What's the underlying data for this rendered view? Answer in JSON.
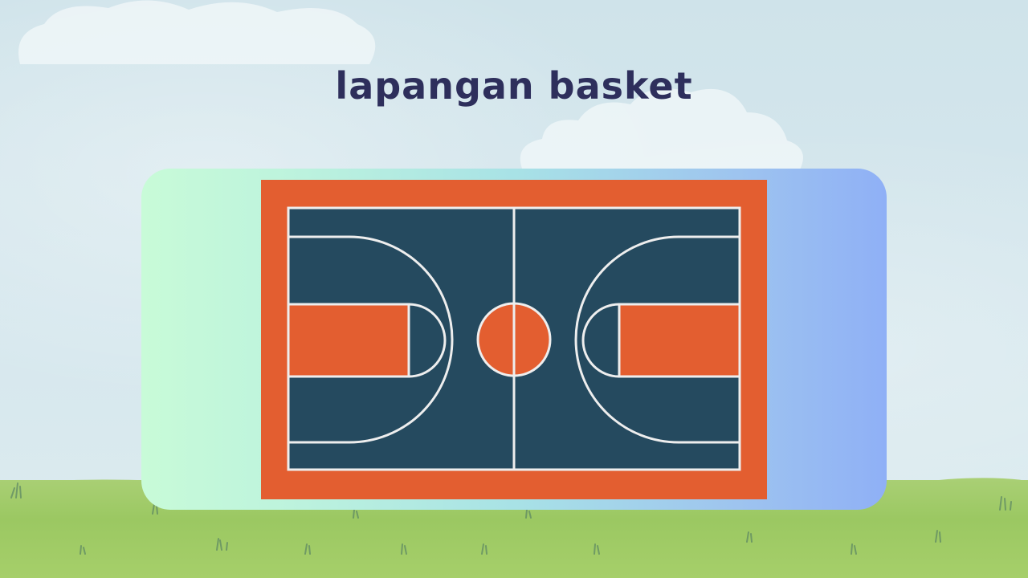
{
  "title": "lapangan basket",
  "colors": {
    "title": "#2e2f5c",
    "court_surface": "#254a5f",
    "court_accent": "#e35e30",
    "court_lines": "#eeeeee",
    "card_gradient_start": "#c8fbd8",
    "card_gradient_end": "#8fb0f6",
    "grass": "#9bc862",
    "sky": "#cfe3ea"
  },
  "illustration": {
    "subject": "basketball-court",
    "elements": [
      "center-line",
      "center-circle",
      "three-point-arc-left",
      "three-point-arc-right",
      "key-left",
      "key-right"
    ]
  }
}
